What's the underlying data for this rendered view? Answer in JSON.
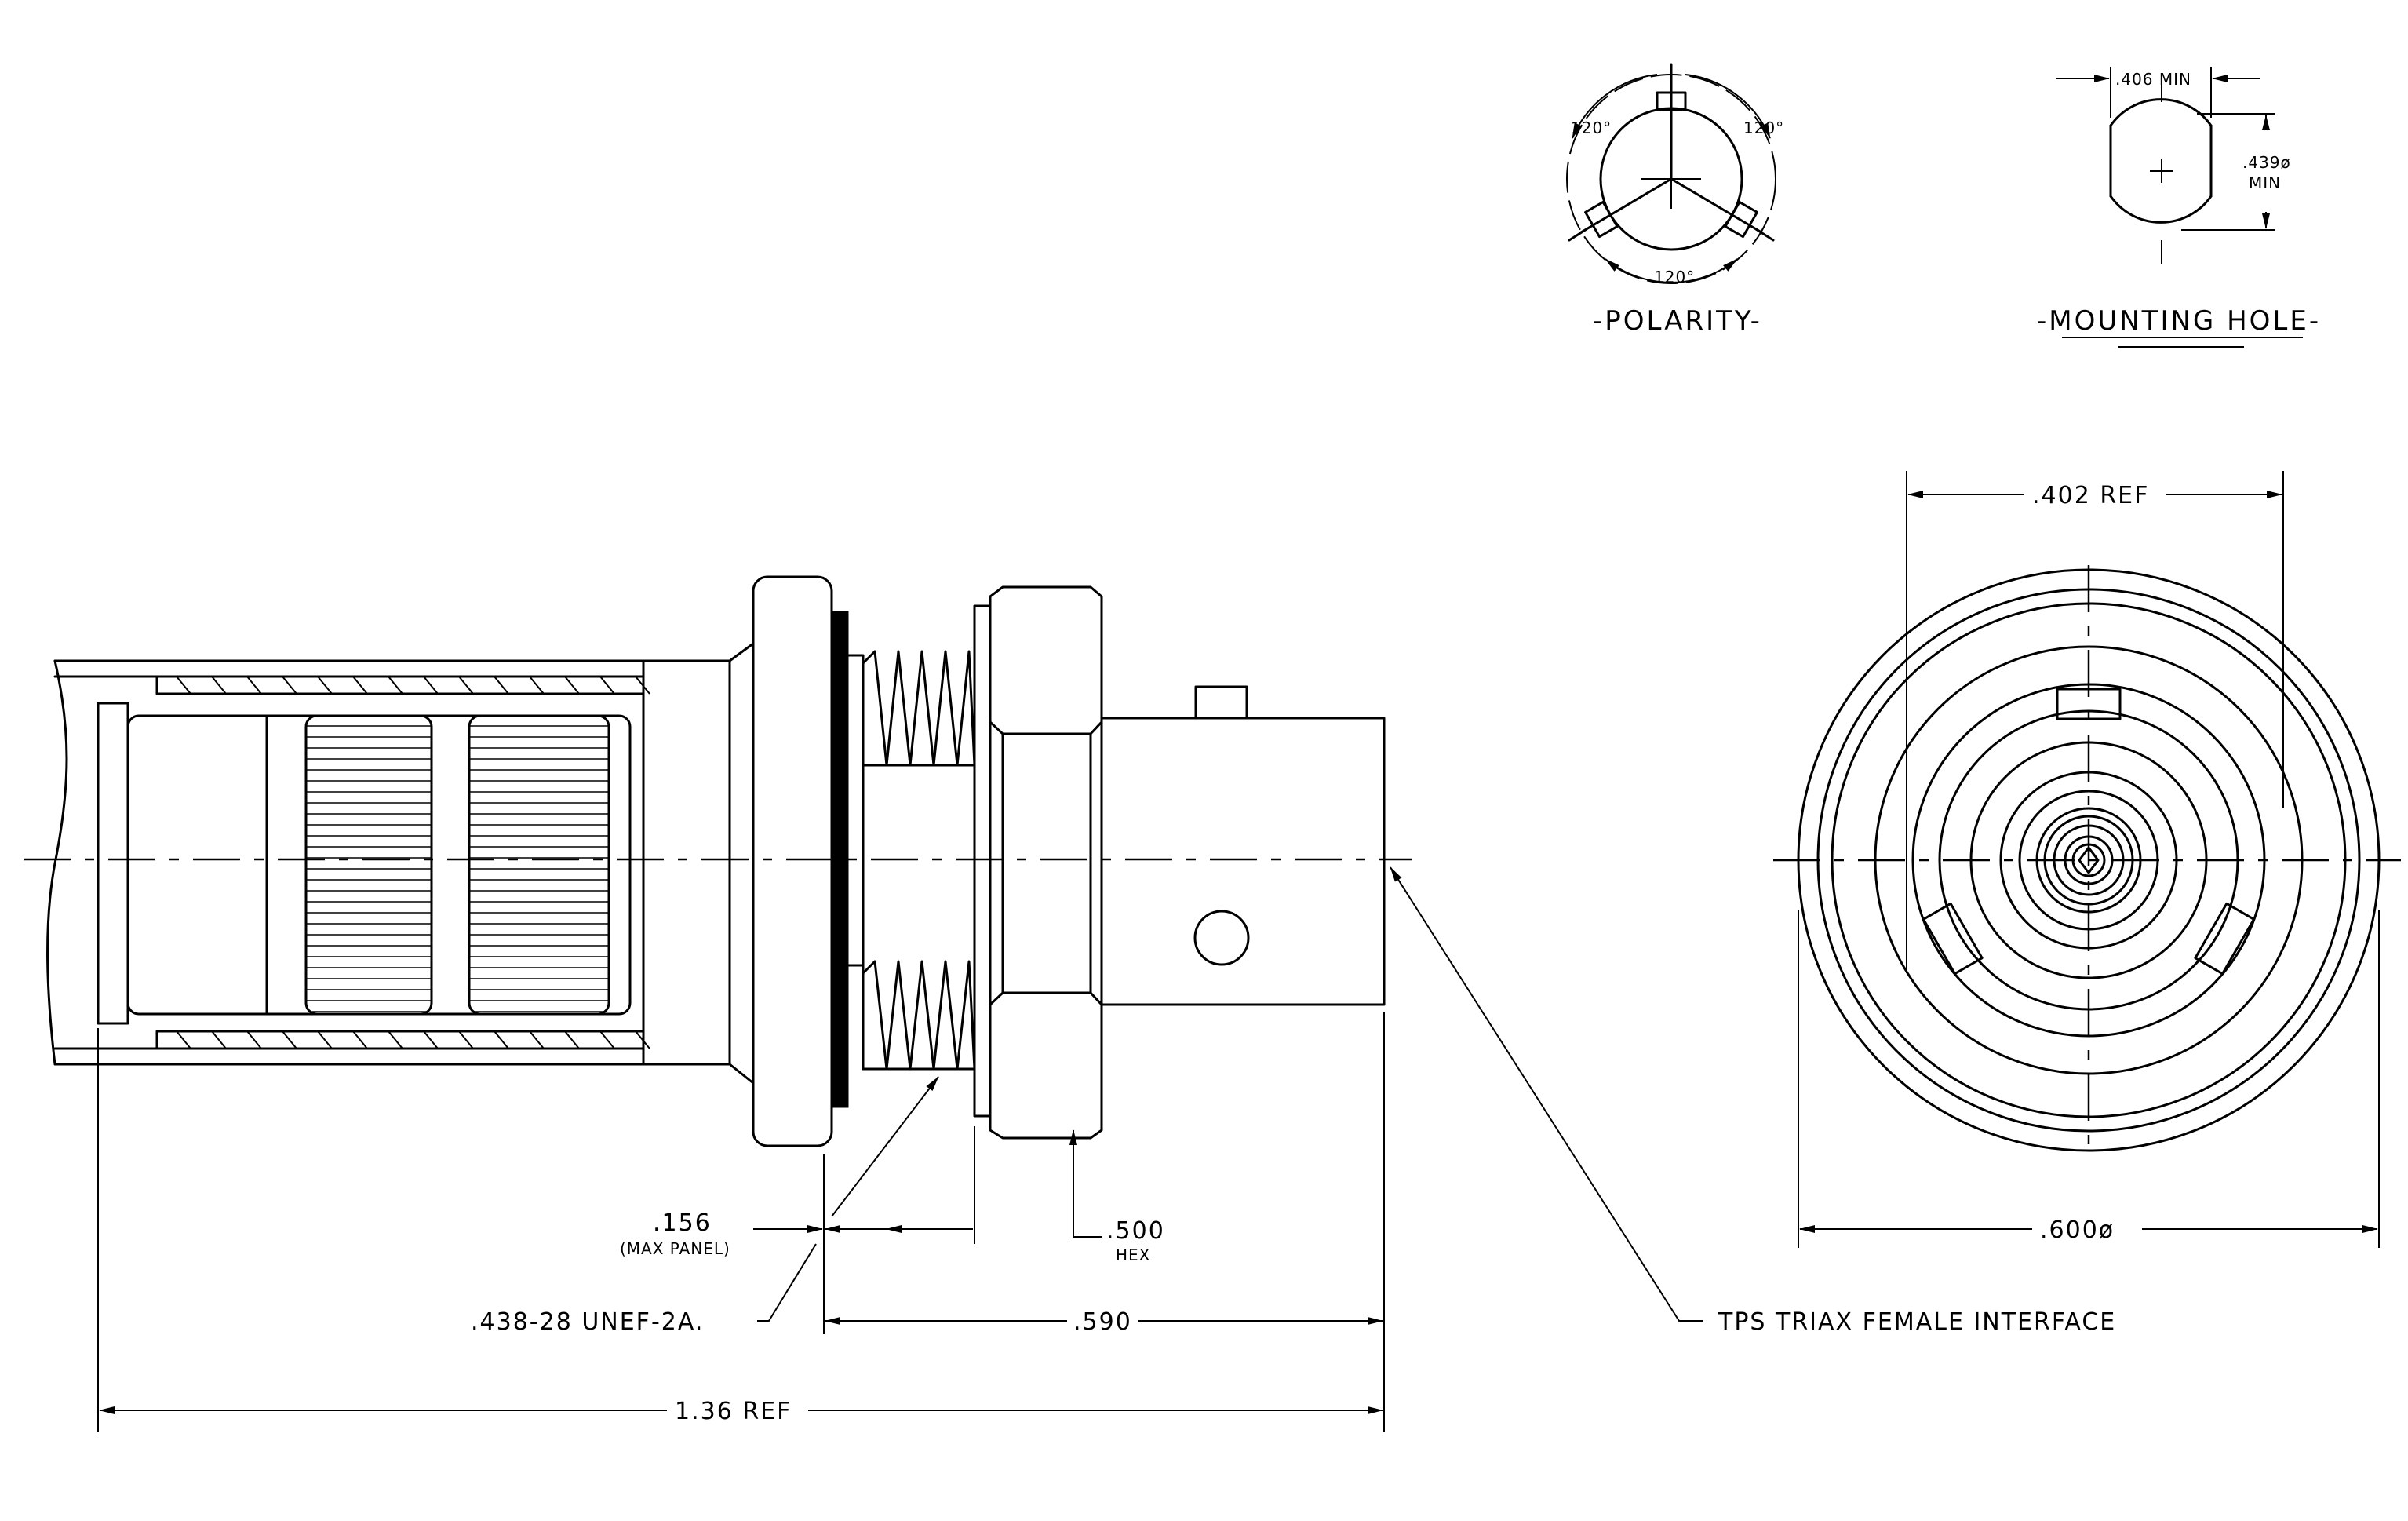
{
  "title_polarity": "-POLARITY-",
  "title_mounting": "-MOUNTING HOLE-",
  "polarity": {
    "angle_top_left": "120°",
    "angle_top_right": "120°",
    "angle_bottom": "120°"
  },
  "mounting": {
    "width_label": ".406 MIN",
    "height_label_1": ".439ø",
    "height_label_2": "MIN"
  },
  "dims": {
    "ref_402": ".402 REF",
    "dia_600": ".600ø",
    "panel_1": ".156",
    "panel_2": "(MAX PANEL)",
    "hex_1": ".500",
    "hex_2": "HEX",
    "thread": ".438-28 UNEF-2A.",
    "len_590": ".590",
    "len_136": "1.36 REF",
    "interface": "TPS TRIAX FEMALE INTERFACE"
  }
}
